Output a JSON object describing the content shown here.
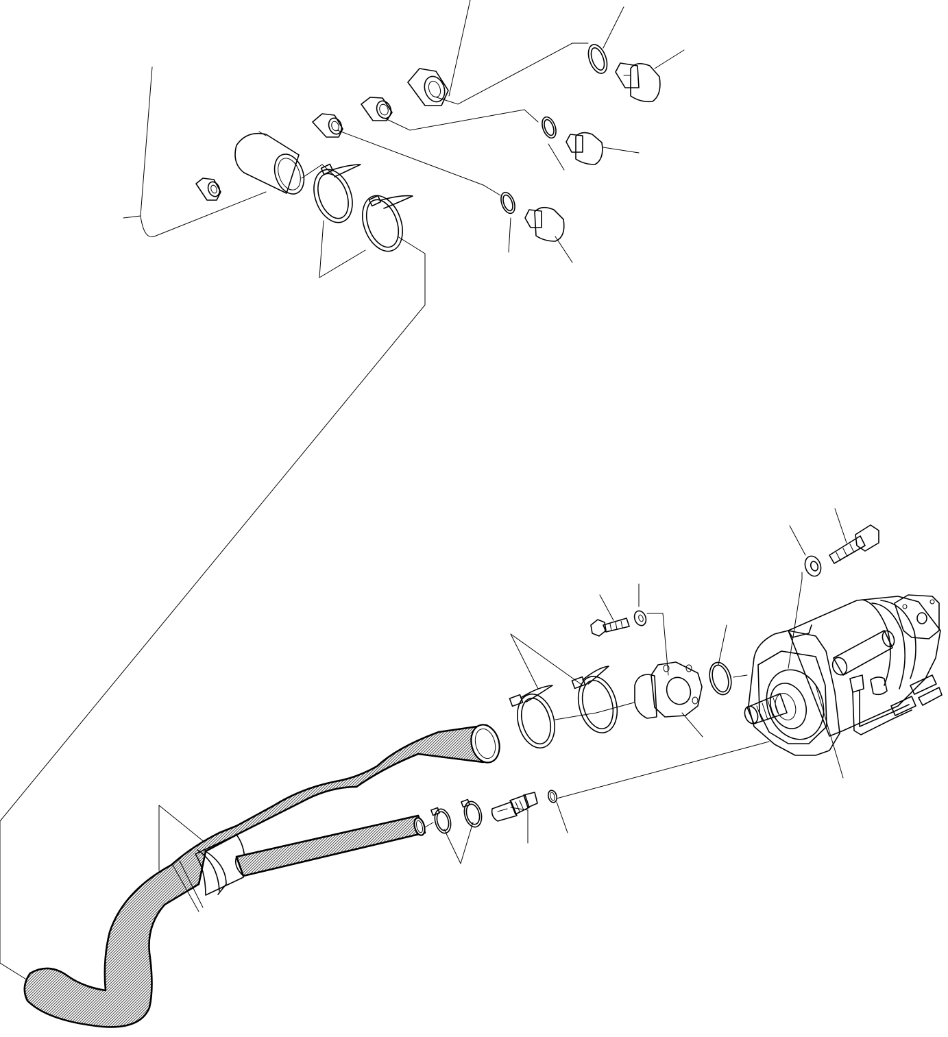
{
  "diagram": {
    "kind": "exploded parts drawing (no printed text)",
    "colors": {
      "line": "#000000",
      "background": "#ffffff",
      "hose_fill": "hatched gray"
    },
    "parts": [
      "reservoir-panel",
      "port-adapter",
      "port-adapter",
      "port-adapter",
      "port-adapter",
      "suction-tube-sleeve",
      "hose-clamp",
      "hose-clamp",
      "o-ring",
      "o-ring",
      "o-ring",
      "plug",
      "plug",
      "plug",
      "suction-hose",
      "drain-hose",
      "hose-clamp",
      "hose-clamp",
      "flange",
      "bolt",
      "washer",
      "o-ring",
      "hydraulic-pump",
      "bolt",
      "washer",
      "hose-clamp",
      "hose-clamp",
      "connector",
      "o-ring"
    ]
  }
}
